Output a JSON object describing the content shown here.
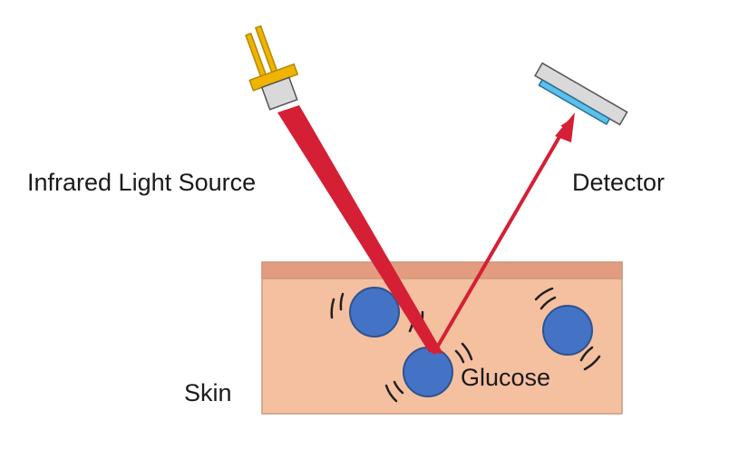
{
  "labels": {
    "source": "Infrared Light Source",
    "detector": "Detector",
    "skin": "Skin",
    "glucose": "Glucose"
  },
  "colors": {
    "beam": "#d51f35",
    "skin_fill": "#f5c0a0",
    "skin_top": "#e39c80",
    "skin_border": "#c99a82",
    "molecule": "#4472c4",
    "molecule_border": "#2f528f",
    "pins": "#f0b400",
    "detector_body": "#d9d9d9",
    "detector_sensor": "#5bc0eb",
    "text": "#1a1a1a"
  },
  "icons": {
    "source": "laser-diode-icon",
    "detector": "photodetector-icon",
    "molecule": "glucose-molecule-icon",
    "vibration": "vibration-arcs-icon"
  }
}
